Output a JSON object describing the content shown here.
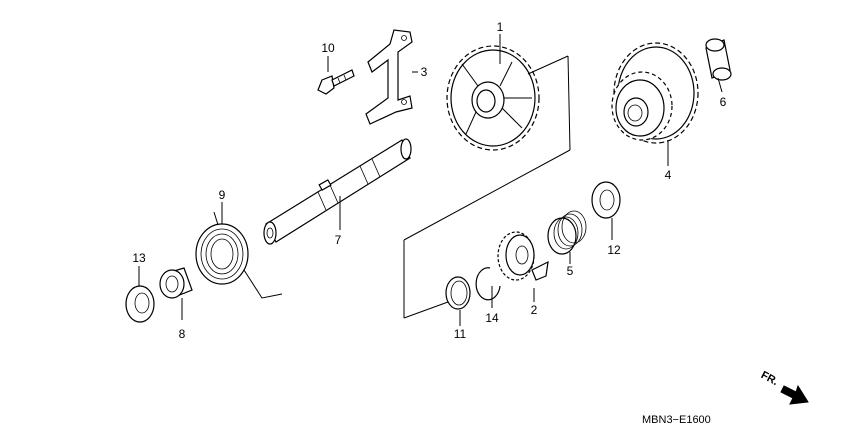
{
  "diagram": {
    "callouts": [
      "1",
      "2",
      "3",
      "4",
      "5",
      "6",
      "7",
      "8",
      "9",
      "10",
      "11",
      "12",
      "13",
      "14"
    ],
    "fr_label": "FR.",
    "diagram_code": "MBN3−E1600"
  }
}
